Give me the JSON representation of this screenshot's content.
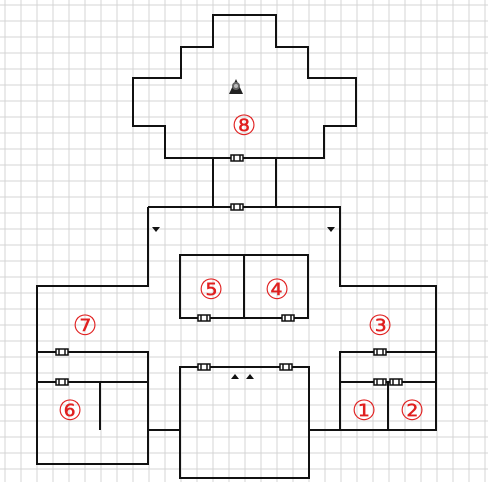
{
  "map": {
    "colors": {
      "background": "#ffffff",
      "grid": "#d4d4d4",
      "wall": "#111111",
      "room_label": "#e02020"
    },
    "rooms": [
      {
        "number": "1",
        "label": "①"
      },
      {
        "number": "2",
        "label": "②"
      },
      {
        "number": "3",
        "label": "③"
      },
      {
        "number": "4",
        "label": "④"
      },
      {
        "number": "5",
        "label": "⑤"
      },
      {
        "number": "6",
        "label": "⑥"
      },
      {
        "number": "7",
        "label": "⑦"
      },
      {
        "number": "8",
        "label": "⑧"
      }
    ],
    "markers": {
      "figure_icon": "hooded-figure-icon",
      "stair_icon": "triangle-down-icon",
      "up_icon": "triangle-up-icon"
    }
  }
}
